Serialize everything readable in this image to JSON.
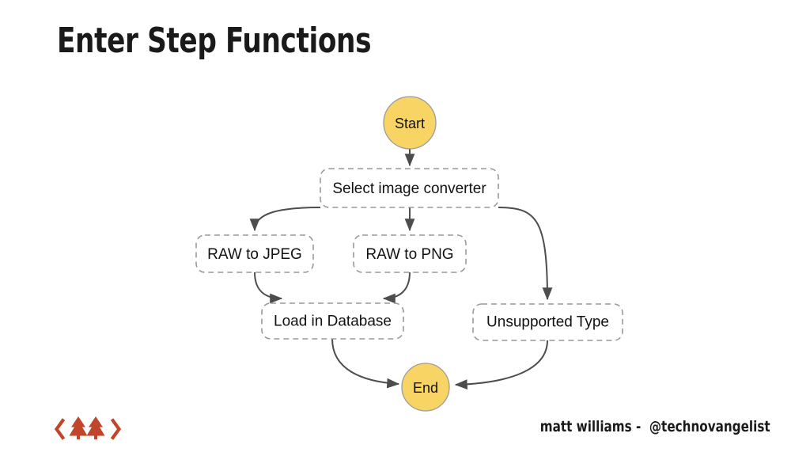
{
  "slide": {
    "title": "Enter Step Functions",
    "background_color": "#ffffff"
  },
  "diagram": {
    "type": "flowchart",
    "node_fill_terminal": "#f8d464",
    "node_stroke": "#9a9a9a",
    "edge_color": "#4d4d4d",
    "nodes": [
      {
        "id": "start",
        "label": "Start",
        "shape": "circle"
      },
      {
        "id": "select",
        "label": "Select image converter",
        "shape": "rounded-rect-dashed"
      },
      {
        "id": "raw_jpeg",
        "label": "RAW to JPEG",
        "shape": "rounded-rect-dashed"
      },
      {
        "id": "raw_png",
        "label": "RAW to PNG",
        "shape": "rounded-rect-dashed"
      },
      {
        "id": "load_db",
        "label": "Load in Database",
        "shape": "rounded-rect-dashed"
      },
      {
        "id": "unsupported",
        "label": "Unsupported Type",
        "shape": "rounded-rect-dashed"
      },
      {
        "id": "end",
        "label": "End",
        "shape": "circle"
      }
    ],
    "edges": [
      {
        "from": "start",
        "to": "select"
      },
      {
        "from": "select",
        "to": "raw_jpeg"
      },
      {
        "from": "select",
        "to": "raw_png"
      },
      {
        "from": "select",
        "to": "unsupported"
      },
      {
        "from": "raw_jpeg",
        "to": "load_db"
      },
      {
        "from": "raw_png",
        "to": "load_db"
      },
      {
        "from": "unsupported",
        "to": "end"
      },
      {
        "from": "load_db",
        "to": "end"
      }
    ]
  },
  "footer": {
    "credit": "matt williams -  @technovangelist",
    "logo_name": "pine-trees-chevron-logo",
    "logo_color": "#c0452b"
  }
}
